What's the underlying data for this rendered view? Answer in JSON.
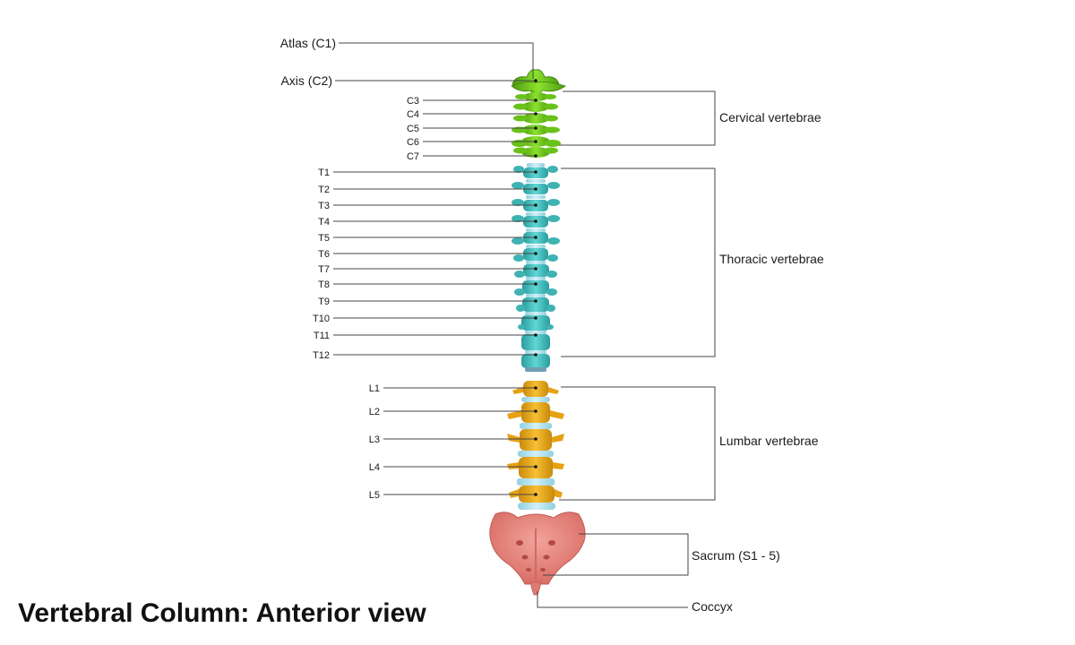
{
  "title": "Vertebral Column: Anterior view",
  "labels": {
    "atlas": "Atlas (C1)",
    "axis": "Axis (C2)",
    "cervical_small": [
      "C3",
      "C4",
      "C5",
      "C6",
      "C7"
    ],
    "thoracic": [
      "T1",
      "T2",
      "T3",
      "T4",
      "T5",
      "T6",
      "T7",
      "T8",
      "T9",
      "T10",
      "T11",
      "T12"
    ],
    "lumbar": [
      "L1",
      "L2",
      "L3",
      "L4",
      "L5"
    ]
  },
  "regions": {
    "cervical": "Cervical vertebrae",
    "thoracic": "Thoracic vertebrae",
    "lumbar": "Lumbar vertebrae",
    "sacrum": "Sacrum (S1 - 5)",
    "coccyx": "Coccyx"
  },
  "colors": {
    "cervical": "#7ed321",
    "thoracic": "#4cc9c9",
    "lumbar": "#f2b01e",
    "disc": "#b6e4ef",
    "sacrum": "#e9877f",
    "line": "#444444"
  }
}
